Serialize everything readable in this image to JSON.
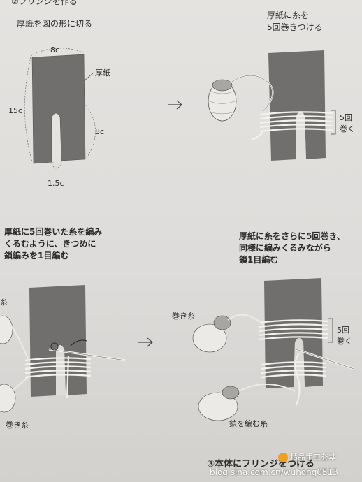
{
  "step1": {
    "header": "②フリンジを作る",
    "title": "厚紙を図の形に切る",
    "label_thick_paper": "厚紙",
    "dim_top": "8c",
    "dim_left": "15c",
    "dim_right": "8c",
    "dim_bottom": "1.5c"
  },
  "step2": {
    "title_line1": "厚紙に糸を",
    "title_line2": "5回巻きつける",
    "label_wraps_line1": "5回",
    "label_wraps_line2": "巻く"
  },
  "step3": {
    "title_line1": "厚紙に5回巻いた糸を編み",
    "title_line2": "くるむように、きつめに",
    "title_line3": "鎖編みを1目編む",
    "label_left_top": "糸",
    "label_wound_yarn": "巻き糸"
  },
  "step4": {
    "title_line1": "厚紙に糸をさらに5回巻き、",
    "title_line2": "同様に編みくるみながら",
    "title_line3": "鎖1目編む",
    "label_wound_yarn": "巻き糸",
    "label_wraps_line1": "5回",
    "label_wraps_line2": "巻く",
    "label_chain_yarn": "鎖を編む糸"
  },
  "step5": {
    "header": "③本体にフリンジをつける"
  },
  "arrows": {
    "glyph": "→"
  },
  "watermark": {
    "url": "blog.sina.com.cn/wuhong0513",
    "brand": "精品手工荟萃"
  },
  "colors": {
    "cardboard": "#6f6e6c",
    "yarn": "#efefea",
    "paper": "#e2e0dd"
  }
}
